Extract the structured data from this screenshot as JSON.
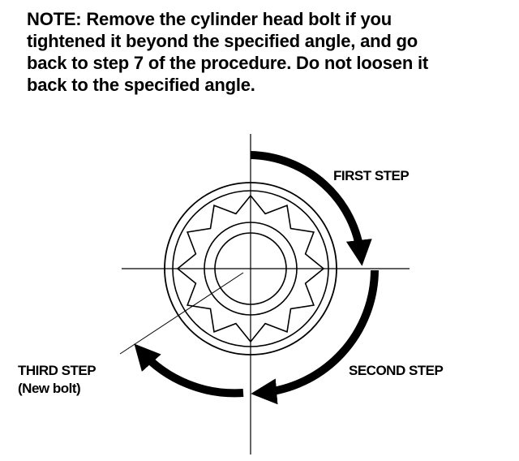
{
  "note": {
    "lines": [
      "NOTE: Remove the cylinder head bolt if you",
      "tightened it beyond the specified angle, and go",
      "back to step 7 of the procedure. Do not loosen it",
      "back to the specified angle."
    ]
  },
  "diagram": {
    "labels": {
      "first_step": "FIRST STEP",
      "second_step": "SECOND STEP",
      "third_step_line1": "THIRD STEP",
      "third_step_line2": "(New bolt)"
    },
    "colors": {
      "ink": "#000000",
      "background": "#ffffff"
    }
  }
}
